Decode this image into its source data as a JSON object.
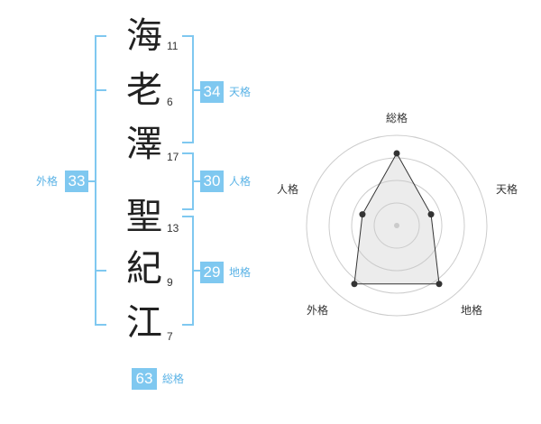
{
  "name": {
    "characters": [
      {
        "char": "海",
        "strokes": "11"
      },
      {
        "char": "老",
        "strokes": "6"
      },
      {
        "char": "澤",
        "strokes": "17"
      },
      {
        "char": "聖",
        "strokes": "13"
      },
      {
        "char": "紀",
        "strokes": "9"
      },
      {
        "char": "江",
        "strokes": "7"
      }
    ]
  },
  "fortune": {
    "tenkaku": {
      "value": "34",
      "label": "天格"
    },
    "jinkaku": {
      "value": "30",
      "label": "人格"
    },
    "chikaku": {
      "value": "29",
      "label": "地格"
    },
    "gaikaku": {
      "value": "33",
      "label": "外格"
    },
    "soukaku": {
      "value": "63",
      "label": "総格"
    }
  },
  "radar": {
    "labels": {
      "top": "総格",
      "right": "天格",
      "bottom_right": "地格",
      "bottom_left": "外格",
      "left": "人格"
    }
  },
  "chart_data": {
    "type": "radar",
    "axes": [
      "総格",
      "天格",
      "地格",
      "外格",
      "人格"
    ],
    "values": [
      4,
      2,
      4,
      4,
      2
    ],
    "max": 5,
    "rings": 4
  },
  "colors": {
    "accent": "#7fc8f0",
    "bracket": "#7fc8f0",
    "label": "#5bb3e6"
  }
}
